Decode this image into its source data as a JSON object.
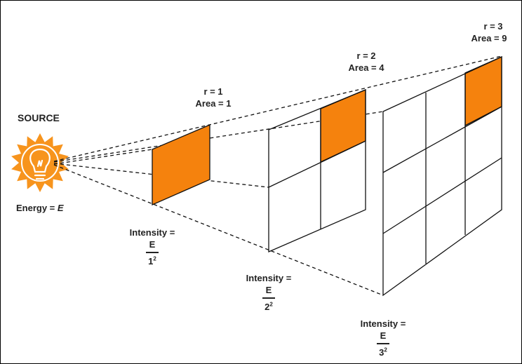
{
  "source": {
    "title": "SOURCE",
    "energy_label": "Energy = ",
    "energy_symbol": "E"
  },
  "panels": [
    {
      "r_label": "r = 1",
      "area_label": "Area = 1",
      "intensity_label": "Intensity =",
      "numerator": "E",
      "denominator_base": "1",
      "denominator_exp": "2"
    },
    {
      "r_label": "r = 2",
      "area_label": "Area = 4",
      "intensity_label": "Intensity =",
      "numerator": "E",
      "denominator_base": "2",
      "denominator_exp": "2"
    },
    {
      "r_label": "r = 3",
      "area_label": "Area = 9",
      "intensity_label": "Intensity =",
      "numerator": "E",
      "denominator_base": "3",
      "denominator_exp": "2"
    }
  ],
  "colors": {
    "highlight": "#f5820d",
    "source_orange": "#f7941d",
    "line": "#111111"
  },
  "icons": [
    "sun-burst-icon",
    "light-bulb-icon"
  ]
}
